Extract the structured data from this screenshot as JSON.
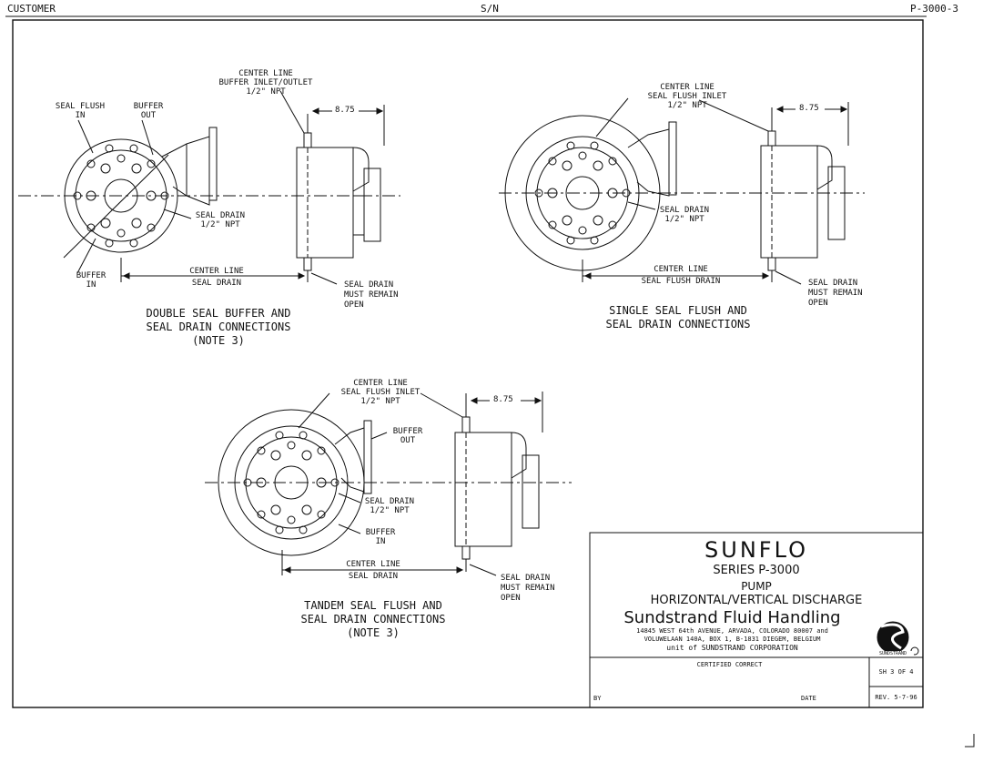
{
  "header": {
    "customer": "CUSTOMER",
    "serial": "S/N",
    "drawing_no": "P-3000-3"
  },
  "view1": {
    "centerline_buffer": [
      "CENTER LINE",
      "BUFFER INLET/OUTLET",
      "1/2\" NPT"
    ],
    "dim": "8.75",
    "seal_flush_in": [
      "SEAL FLUSH",
      "IN"
    ],
    "buffer_out": [
      "BUFFER",
      "OUT"
    ],
    "seal_drain": [
      "SEAL DRAIN",
      "1/2\" NPT"
    ],
    "buffer_in": [
      "BUFFER",
      "IN"
    ],
    "centerline_drain": [
      "CENTER LINE",
      "SEAL DRAIN"
    ],
    "drain_open": [
      "SEAL DRAIN",
      "MUST REMAIN",
      "OPEN"
    ],
    "caption": [
      "DOUBLE SEAL BUFFER AND",
      "SEAL DRAIN CONNECTIONS",
      "(NOTE 3)"
    ]
  },
  "view2": {
    "centerline_flush": [
      "CENTER LINE",
      "SEAL FLUSH INLET",
      "1/2\" NPT"
    ],
    "dim": "8.75",
    "seal_drain": [
      "SEAL DRAIN",
      "1/2\" NPT"
    ],
    "centerline_drain": [
      "CENTER LINE",
      "SEAL FLUSH DRAIN"
    ],
    "drain_open": [
      "SEAL DRAIN",
      "MUST REMAIN",
      "OPEN"
    ],
    "caption": [
      "SINGLE SEAL FLUSH AND",
      "SEAL DRAIN CONNECTIONS"
    ]
  },
  "view3": {
    "centerline_flush": [
      "CENTER LINE",
      "SEAL FLUSH INLET",
      "1/2\" NPT"
    ],
    "dim": "8.75",
    "buffer_out": [
      "BUFFER",
      "OUT"
    ],
    "seal_drain": [
      "SEAL DRAIN",
      "1/2\" NPT"
    ],
    "buffer_in": [
      "BUFFER",
      "IN"
    ],
    "centerline_drain": [
      "CENTER LINE",
      "SEAL DRAIN"
    ],
    "drain_open": [
      "SEAL DRAIN",
      "MUST REMAIN",
      "OPEN"
    ],
    "caption": [
      "TANDEM SEAL FLUSH AND",
      "SEAL DRAIN CONNECTIONS",
      "(NOTE 3)"
    ]
  },
  "title_block": {
    "product": "SUNFLO",
    "series": "SERIES P-3000",
    "type": "PUMP",
    "discharge": "HORIZONTAL/VERTICAL DISCHARGE",
    "company": "Sundstrand Fluid Handling",
    "address1": "14845 WEST 64th AVENUE, ARVADA, COLORADO 80007 and",
    "address2": "VOLUWELAAN 140A, BOX 1, B-1831 DIEGEM, BELGIUM",
    "unit": "unit of SUNDSTRAND CORPORATION",
    "logo_text": "SUNDSTRAND",
    "certified": "CERTIFIED CORRECT",
    "by": "BY",
    "date": "DATE",
    "sheet": "SH 3 OF 4",
    "rev": "REV. 5-7-96"
  }
}
